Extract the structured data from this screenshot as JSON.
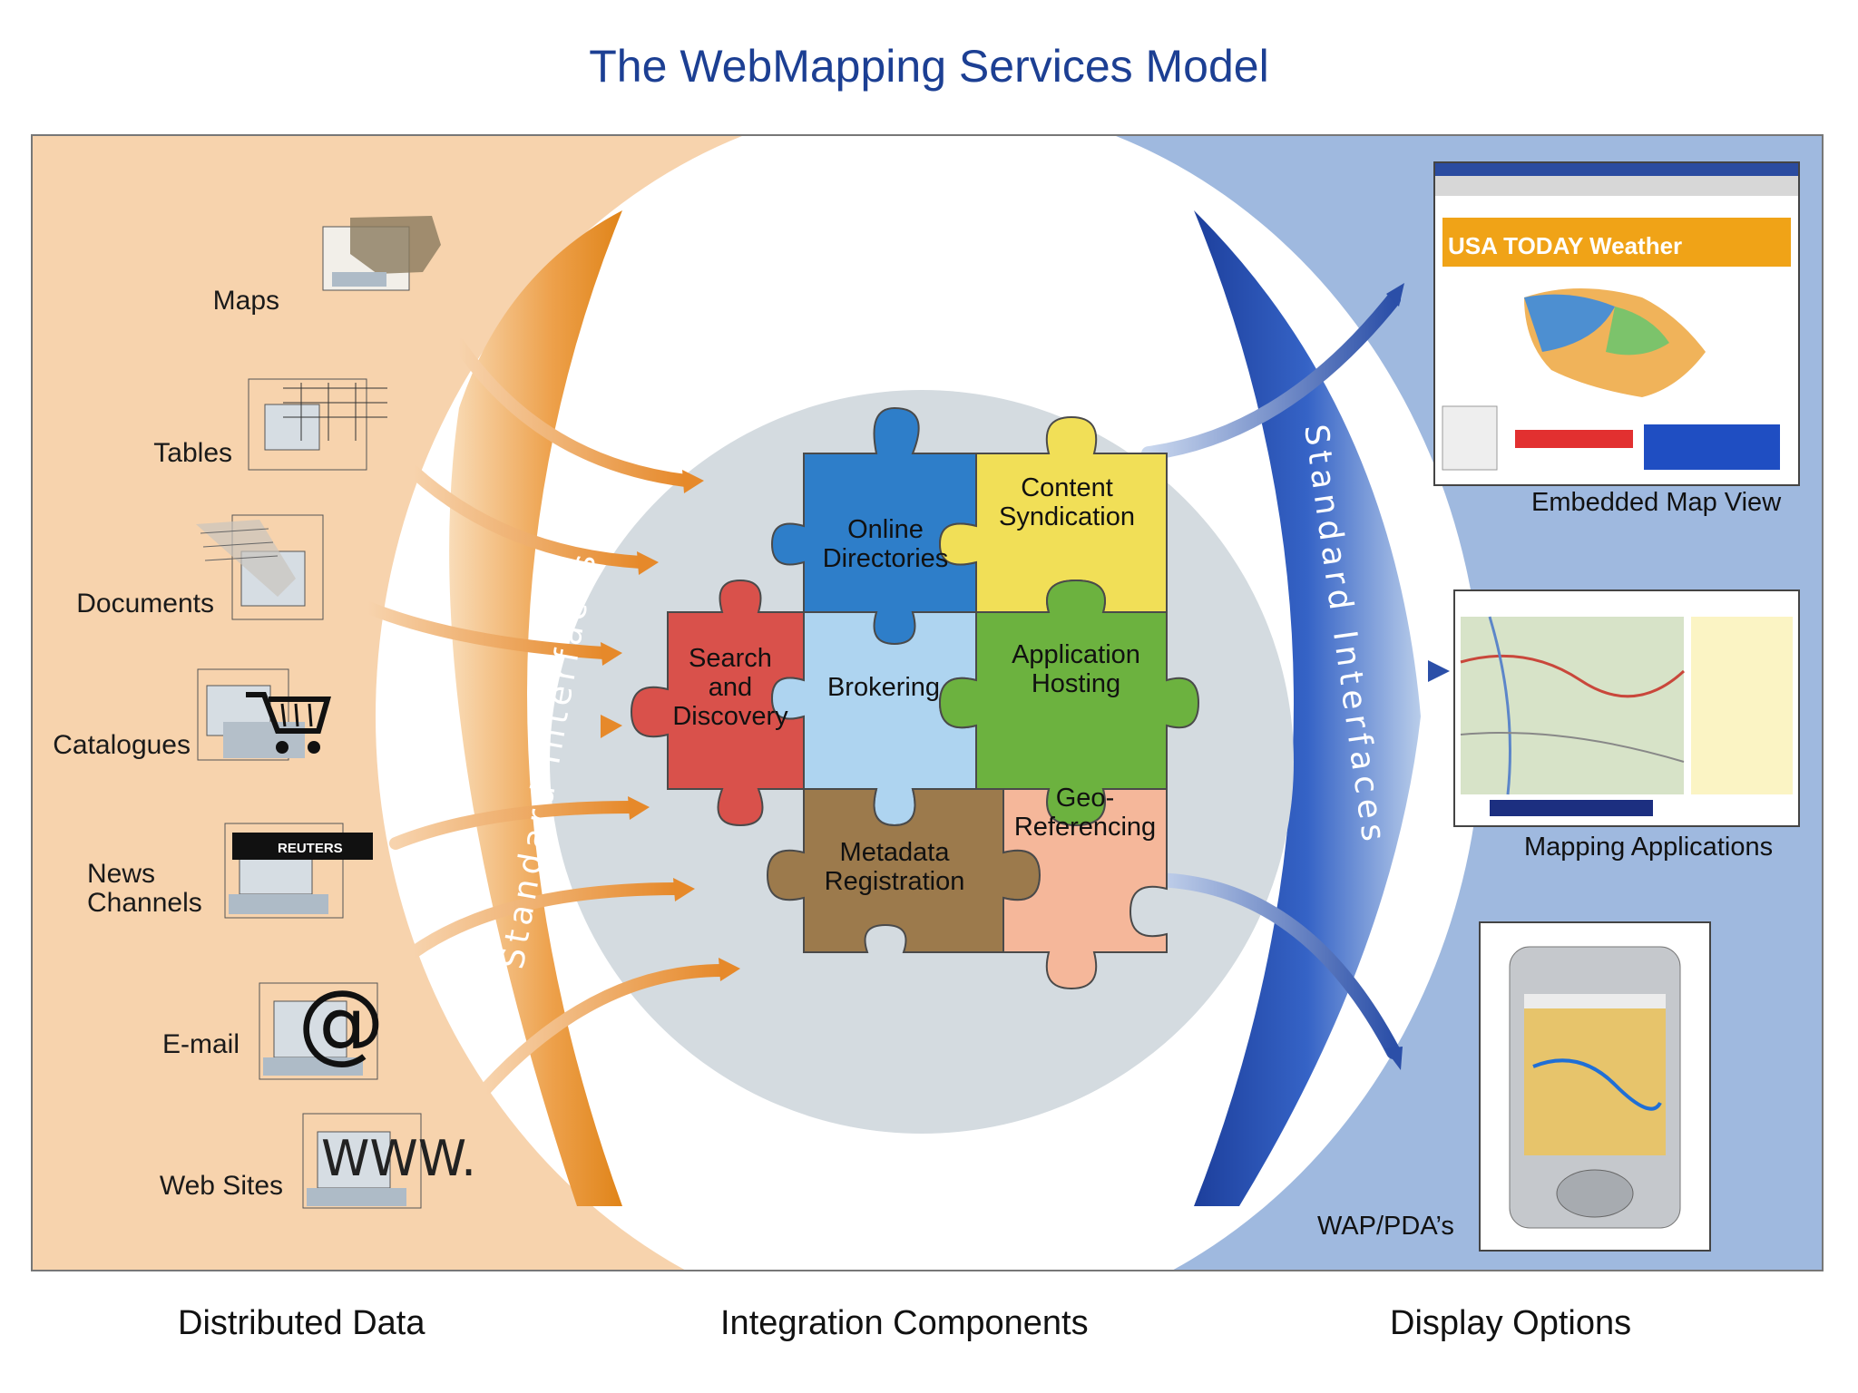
{
  "title": "The WebMapping Services Model",
  "colors": {
    "title": "#1c3f93",
    "left_panel": "#f7d3ad",
    "right_panel": "#9fb9df",
    "orange_band": "#e9962f",
    "blue_band": "#2f58b8",
    "inner_circle": "#d4dbe0",
    "piece_online": "#2e7ec9",
    "piece_content": "#f1df57",
    "piece_search": "#d9514b",
    "piece_brokering": "#aed4f0",
    "piece_application": "#6cb23f",
    "piece_metadata": "#9c7a4c",
    "piece_georef": "#f5b79a"
  },
  "left_interface_label": "Standard Interfaces",
  "right_interface_label": "Standard Interfaces",
  "sources": [
    {
      "label": "Maps",
      "icon": "us-map-icon"
    },
    {
      "label": "Tables",
      "icon": "table-grid-icon"
    },
    {
      "label": "Documents",
      "icon": "documents-icon"
    },
    {
      "label": "Catalogues",
      "icon": "shopping-cart-icon"
    },
    {
      "label": "News\nChannels",
      "icon": "reuters-icon",
      "icon_text": "REUTERS"
    },
    {
      "label": "E-mail",
      "icon": "at-sign-icon",
      "icon_text": "@"
    },
    {
      "label": "Web Sites",
      "icon": "www-icon",
      "icon_text": "WWW."
    }
  ],
  "components": [
    {
      "label": "Online\nDirectories"
    },
    {
      "label": "Content\nSyndication"
    },
    {
      "label": "Search\nand\nDiscovery"
    },
    {
      "label": "Brokering"
    },
    {
      "label": "Application\nHosting"
    },
    {
      "label": "Metadata\nRegistration"
    },
    {
      "label": "Geo-\nReferencing"
    }
  ],
  "displays": [
    {
      "label": "Embedded Map View",
      "icon": "weather-webpage-icon",
      "header_text": "USA TODAY Weather"
    },
    {
      "label": "Mapping Applications",
      "icon": "mapping-app-icon"
    },
    {
      "label": "WAP/PDA’s",
      "icon": "pda-icon"
    }
  ],
  "columns": {
    "left": "Distributed Data",
    "middle": "Integration Components",
    "right": "Display Options"
  }
}
